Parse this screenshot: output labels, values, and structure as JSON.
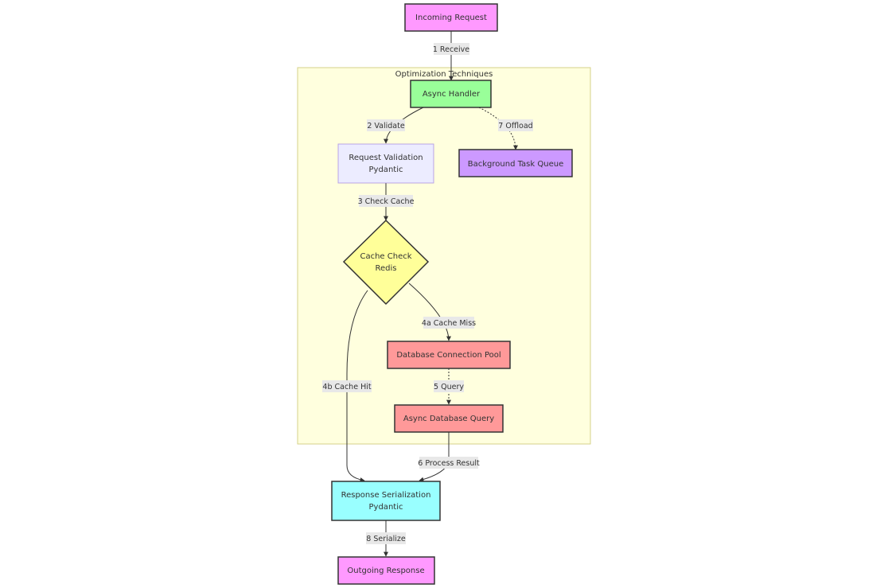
{
  "cluster": {
    "label": "Optimization Techniques"
  },
  "nodes": {
    "incoming": {
      "label": "Incoming Request",
      "fill": "#ff99ff"
    },
    "async_handler": {
      "label": "Async Handler",
      "fill": "#99ff99"
    },
    "validation": {
      "line1": "Request Validation",
      "line2": "Pydantic",
      "fill": "#ececff"
    },
    "background": {
      "label": "Background Task Queue",
      "fill": "#cc99ff"
    },
    "cache": {
      "line1": "Cache Check",
      "line2": "Redis",
      "fill": "#ffff99"
    },
    "db_pool": {
      "label": "Database Connection Pool",
      "fill": "#ff9999"
    },
    "db_query": {
      "label": "Async Database Query",
      "fill": "#ff9999"
    },
    "serialization": {
      "line1": "Response Serialization",
      "line2": "Pydantic",
      "fill": "#99ffff"
    },
    "outgoing": {
      "label": "Outgoing Response",
      "fill": "#ff99ff"
    }
  },
  "edges": {
    "receive": "1 Receive",
    "validate": "2 Validate",
    "check_cache": "3 Check Cache",
    "cache_miss": "4a Cache Miss",
    "cache_hit": "4b Cache Hit",
    "query": "5 Query",
    "process_result": "6 Process Result",
    "offload": "7 Offload",
    "serialize": "8 Serialize"
  }
}
